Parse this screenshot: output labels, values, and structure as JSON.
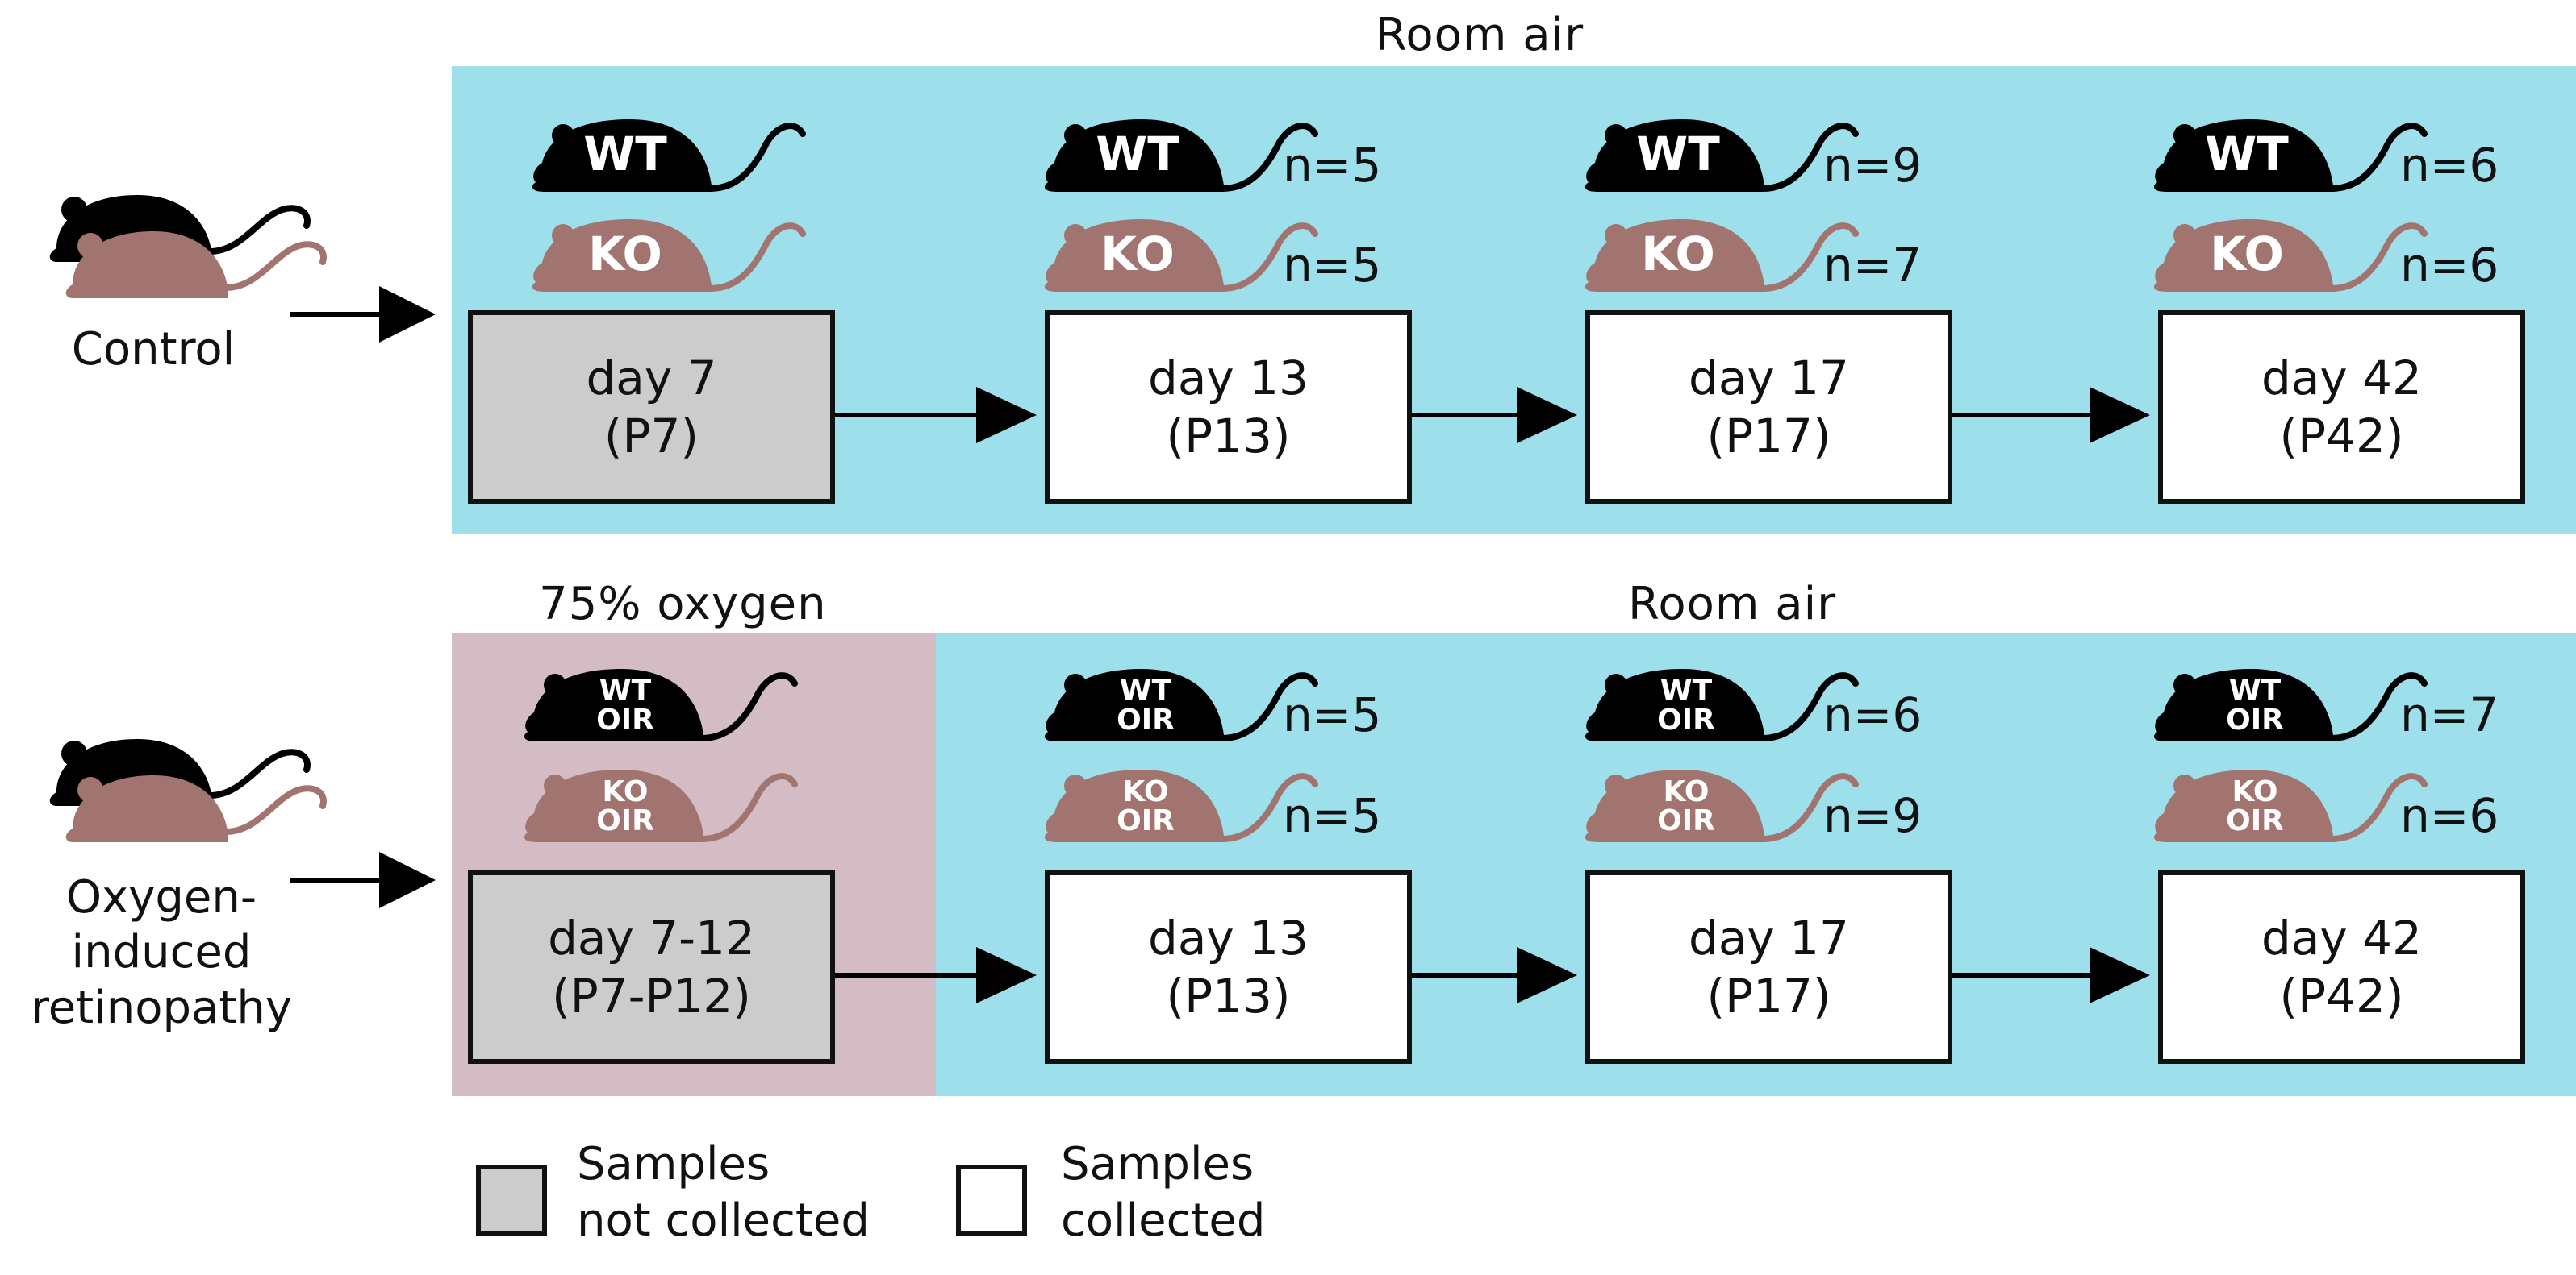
{
  "colors": {
    "room_air": "#9ddfeb",
    "oxygen": "#d3bcc3",
    "wt_mouse": "#000000",
    "ko_mouse": "#a27470",
    "not_collected_box": "#cccccc",
    "collected_box": "#ffffff"
  },
  "control": {
    "condition_label": "Control",
    "region_label": "Room air",
    "stages": [
      {
        "day": "day 7",
        "pnd": "(P7)",
        "collected": false,
        "wt_label": "WT",
        "ko_label": "KO",
        "wt_n": "",
        "ko_n": ""
      },
      {
        "day": "day 13",
        "pnd": "(P13)",
        "collected": true,
        "wt_label": "WT",
        "ko_label": "KO",
        "wt_n": "n=5",
        "ko_n": "n=5"
      },
      {
        "day": "day 17",
        "pnd": "(P17)",
        "collected": true,
        "wt_label": "WT",
        "ko_label": "KO",
        "wt_n": "n=9",
        "ko_n": "n=7"
      },
      {
        "day": "day 42",
        "pnd": "(P42)",
        "collected": true,
        "wt_label": "WT",
        "ko_label": "KO",
        "wt_n": "n=6",
        "ko_n": "n=6"
      }
    ]
  },
  "oir": {
    "condition_label_lines": [
      "Oxygen-",
      "induced",
      "retinopathy"
    ],
    "oxygen_region_label": "75% oxygen",
    "room_air_region_label": "Room air",
    "stages": [
      {
        "day": "day 7-12",
        "pnd": "(P7-P12)",
        "collected": false,
        "wt_label": [
          "WT",
          "OIR"
        ],
        "ko_label": [
          "KO",
          "OIR"
        ],
        "wt_n": "",
        "ko_n": ""
      },
      {
        "day": "day 13",
        "pnd": "(P13)",
        "collected": true,
        "wt_label": [
          "WT",
          "OIR"
        ],
        "ko_label": [
          "KO",
          "OIR"
        ],
        "wt_n": "n=5",
        "ko_n": "n=5"
      },
      {
        "day": "day 17",
        "pnd": "(P17)",
        "collected": true,
        "wt_label": [
          "WT",
          "OIR"
        ],
        "ko_label": [
          "KO",
          "OIR"
        ],
        "wt_n": "n=6",
        "ko_n": "n=9"
      },
      {
        "day": "day 42",
        "pnd": "(P42)",
        "collected": true,
        "wt_label": [
          "WT",
          "OIR"
        ],
        "ko_label": [
          "KO",
          "OIR"
        ],
        "wt_n": "n=7",
        "ko_n": "n=6"
      }
    ]
  },
  "legend": {
    "not_collected": [
      "Samples",
      "not collected"
    ],
    "collected": [
      "Samples",
      "collected"
    ]
  }
}
